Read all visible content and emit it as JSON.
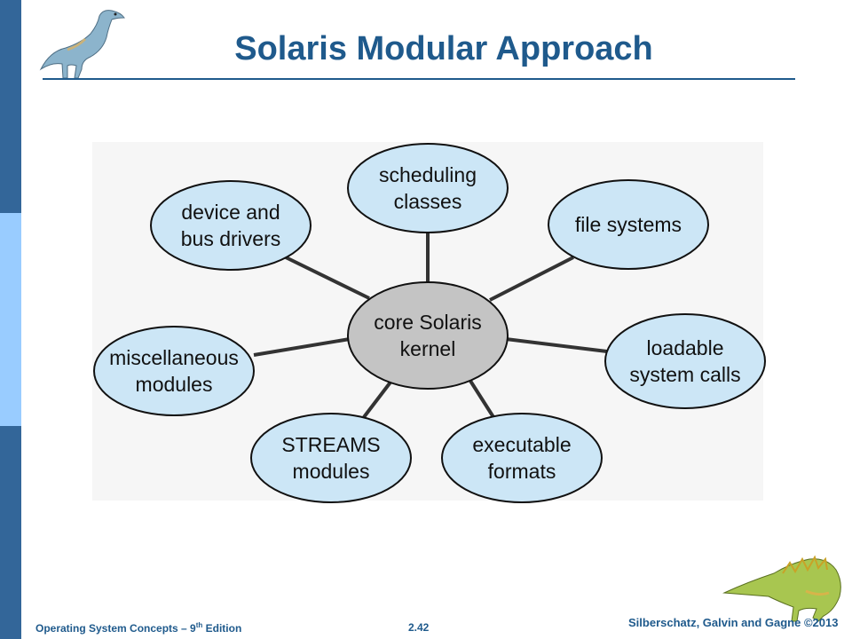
{
  "slide": {
    "title": "Solaris Modular Approach",
    "footer_left_prefix": "Operating System Concepts – 9",
    "footer_left_sup": "th",
    "footer_left_suffix": " Edition",
    "page_number": "2.42",
    "copyright": "Silberschatz, Galvin and Gagne ©2013"
  },
  "colors": {
    "accent": "#1f5a8c",
    "sidebar_dark": "#336699",
    "sidebar_light": "#99ccff",
    "module_fill": "#cce6f6",
    "core_fill": "#c4c4c4"
  },
  "diagram": {
    "core": {
      "line1": "core Solaris",
      "line2": "kernel"
    },
    "modules": [
      {
        "id": "scheduling-classes",
        "line1": "scheduling",
        "line2": "classes"
      },
      {
        "id": "file-systems",
        "line1": "file systems",
        "line2": ""
      },
      {
        "id": "loadable-system-calls",
        "line1": "loadable",
        "line2": "system calls"
      },
      {
        "id": "executable-formats",
        "line1": "executable",
        "line2": "formats"
      },
      {
        "id": "streams-modules",
        "line1": "STREAMS",
        "line2": "modules"
      },
      {
        "id": "miscellaneous-modules",
        "line1": "miscellaneous",
        "line2": "modules"
      },
      {
        "id": "device-and-bus-drivers",
        "line1": "device and",
        "line2": "bus drivers"
      }
    ]
  },
  "icons": {
    "top_left": "dinosaur-icon",
    "bottom_right": "dinosaur-icon"
  }
}
